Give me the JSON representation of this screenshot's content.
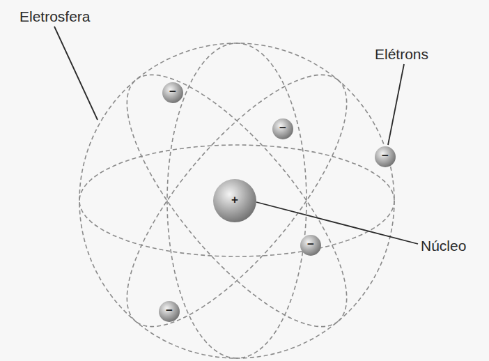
{
  "diagram": {
    "labels": [
      "Eletrosfera",
      "Elétrons",
      "Núcleo",
      "+",
      "−",
      "−",
      "−",
      "−",
      "−"
    ]
  }
}
